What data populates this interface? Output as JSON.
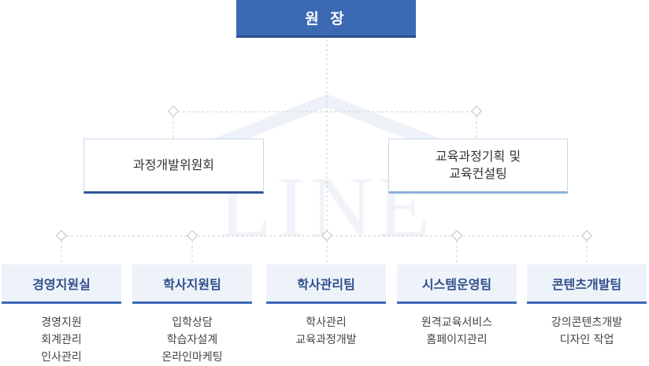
{
  "director": "원 장",
  "committees": {
    "left": "과정개발위원회",
    "right_line1": "교육과정기획 및",
    "right_line2": "교육컨설팅"
  },
  "teams": [
    {
      "name": "경영지원실",
      "duties": [
        "경영지원",
        "회계관리",
        "인사관리"
      ]
    },
    {
      "name": "학사지원팀",
      "duties": [
        "입학상담",
        "학습자설계",
        "온라인마케팅"
      ]
    },
    {
      "name": "학사관리팀",
      "duties": [
        "학사관리",
        "교육과정개발"
      ]
    },
    {
      "name": "시스템운영팀",
      "duties": [
        "원격교육서비스",
        "홈페이지관리"
      ]
    },
    {
      "name": "콘텐츠개발팀",
      "duties": [
        "강의콘텐츠개발",
        "디자인 작업"
      ]
    }
  ],
  "watermark": "LINE",
  "colors": {
    "primary": "#3c69b4",
    "team_bg": "#eef3fa",
    "connector": "#c8c8c8"
  }
}
